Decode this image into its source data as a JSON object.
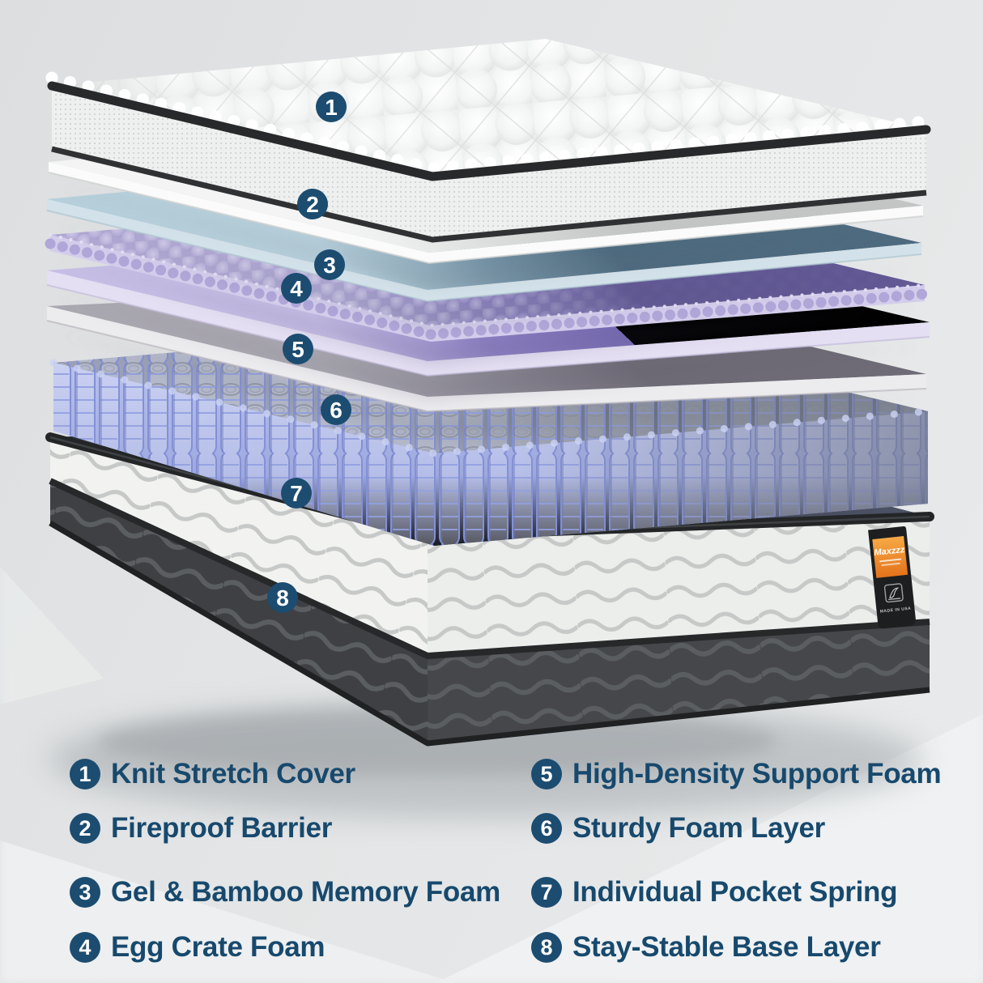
{
  "diagram": {
    "markers": [
      {
        "n": "1"
      },
      {
        "n": "2"
      },
      {
        "n": "3"
      },
      {
        "n": "4"
      },
      {
        "n": "5"
      },
      {
        "n": "6"
      },
      {
        "n": "7"
      },
      {
        "n": "8"
      }
    ],
    "brand_tag": {
      "brand": "Maxzzz",
      "origin_label": "MADE IN USA"
    }
  },
  "legend": {
    "columns": [
      {
        "items": [
          {
            "number": "1",
            "label": "Knit Stretch Cover"
          },
          {
            "number": "2",
            "label": "Fireproof Barrier"
          },
          {
            "number": "3",
            "label": "Gel & Bamboo Memory Foam"
          },
          {
            "number": "4",
            "label": "Egg Crate Foam"
          }
        ]
      },
      {
        "items": [
          {
            "number": "5",
            "label": "High-Density Support Foam"
          },
          {
            "number": "6",
            "label": "Sturdy Foam Layer"
          },
          {
            "number": "7",
            "label": "Individual Pocket Spring"
          },
          {
            "number": "8",
            "label": "Stay-Stable Base Layer"
          }
        ]
      }
    ]
  },
  "colors": {
    "marker": "#1c4c70",
    "legend_text": "#17496d",
    "spring_blue": "#a9b4e6",
    "memory_foam_blue": "#7795a8",
    "support_foam_purple": "#8d81c4",
    "egg_crate_purple": "#9a91c6",
    "base_fabric_white": "#f2f3f1",
    "base_dark_band": "#3e4043",
    "binding_black": "#242628",
    "tag_orange": "#ee8a2e"
  }
}
